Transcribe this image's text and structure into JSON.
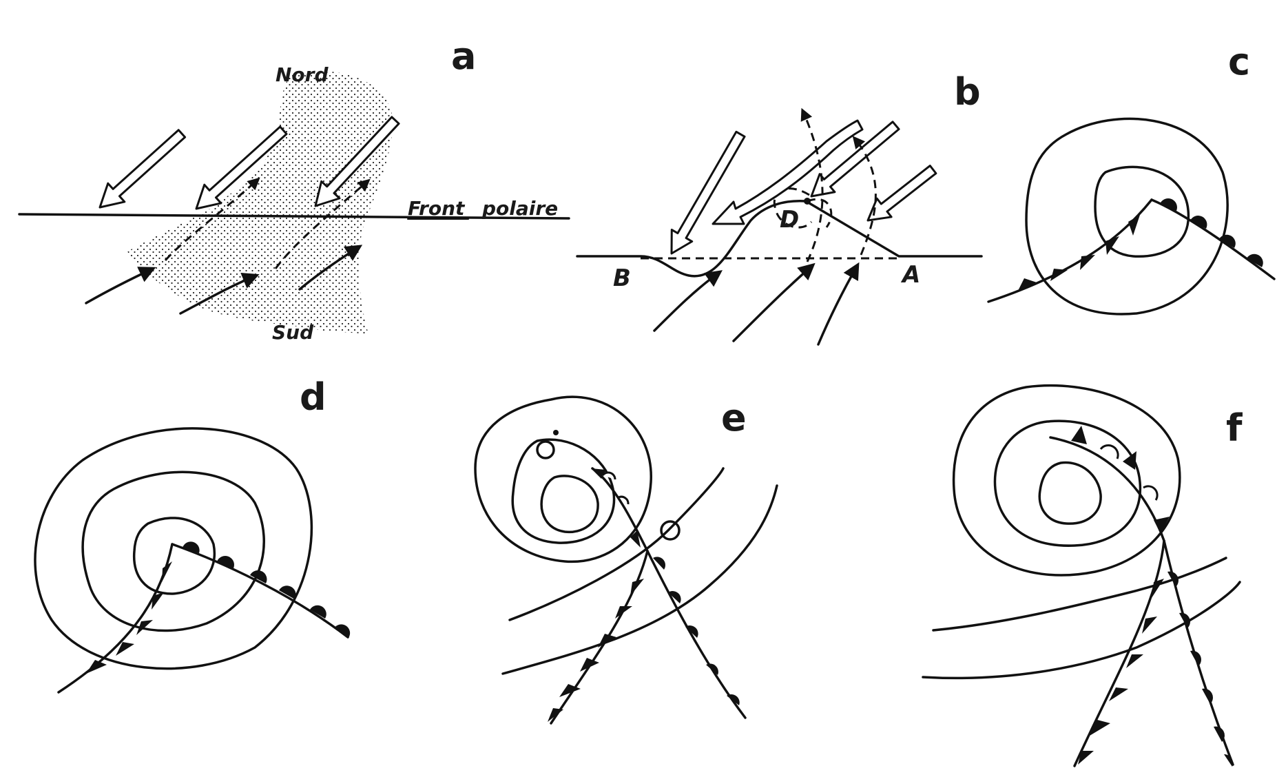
{
  "panels": {
    "a": {
      "letter": "a",
      "north_label": "Nord",
      "south_label": "Sud",
      "front_label_1": "Front",
      "front_label_2": "polaire"
    },
    "b": {
      "letter": "b",
      "point_A": "A",
      "point_B": "B",
      "point_D": "D"
    },
    "c": {
      "letter": "c"
    },
    "d": {
      "letter": "d"
    },
    "e": {
      "letter": "e"
    },
    "f": {
      "letter": "f"
    }
  }
}
